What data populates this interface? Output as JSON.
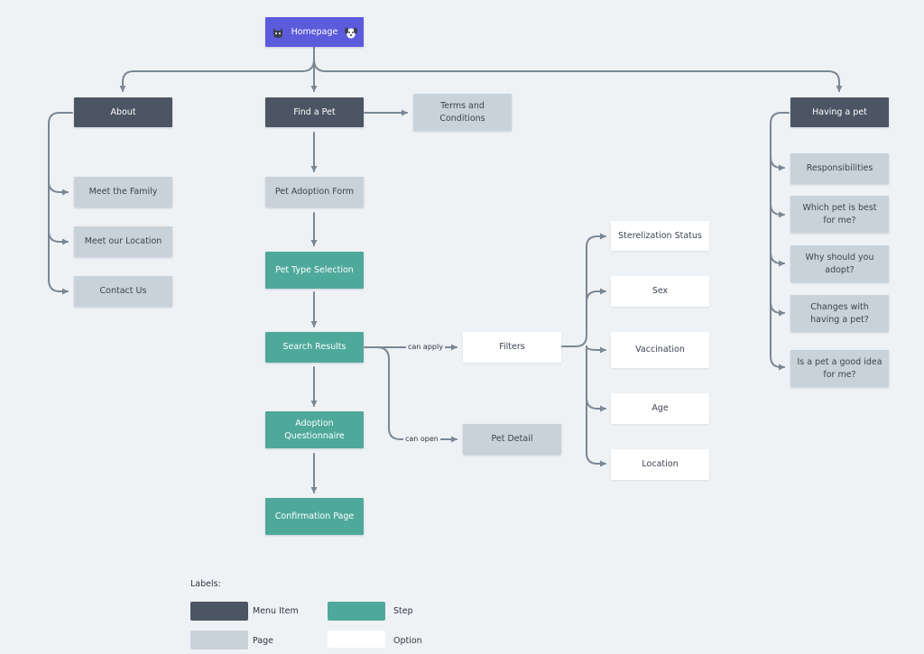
{
  "nodes": {
    "homepage": "Homepage",
    "about": "About",
    "find_a_pet": "Find a Pet",
    "terms": "Terms and Conditions",
    "having_a_pet": "Having a pet",
    "meet_family": "Meet the Family",
    "meet_location": "Meet our Location",
    "contact_us": "Contact Us",
    "adoption_form": "Pet Adoption Form",
    "pet_type_selection": "Pet Type Selection",
    "search_results": "Search Results",
    "adoption_questionnaire": "Adoption Questionnaire",
    "confirmation_page": "Confirmation Page",
    "filters": "Filters",
    "pet_detail": "Pet Detail",
    "sterelization_status": "Sterelization Status",
    "sex": "Sex",
    "vaccination": "Vaccination",
    "age": "Age",
    "location": "Location",
    "responsibilities": "Responsibilities",
    "which_pet": "Which pet is best for me?",
    "why_adopt": "Why should you adopt?",
    "changes": "Changes with having a pet?",
    "good_idea": "Is a pet a good idea for me?"
  },
  "edge_labels": {
    "can_apply": "can apply",
    "can_open": "can open"
  },
  "legend": {
    "title": "Labels:",
    "menu_item": "Menu Item",
    "step": "Step",
    "page": "Page",
    "option": "Option"
  },
  "icons": {
    "left": "cat-face-icon",
    "right": "dog-face-icon"
  },
  "colors": {
    "menu_item": "#4b5563",
    "page": "#c9d1d9",
    "step": "#4ea99b",
    "option": "#ffffff",
    "homepage": "#5b5bdc",
    "connector": "#7a8794"
  }
}
